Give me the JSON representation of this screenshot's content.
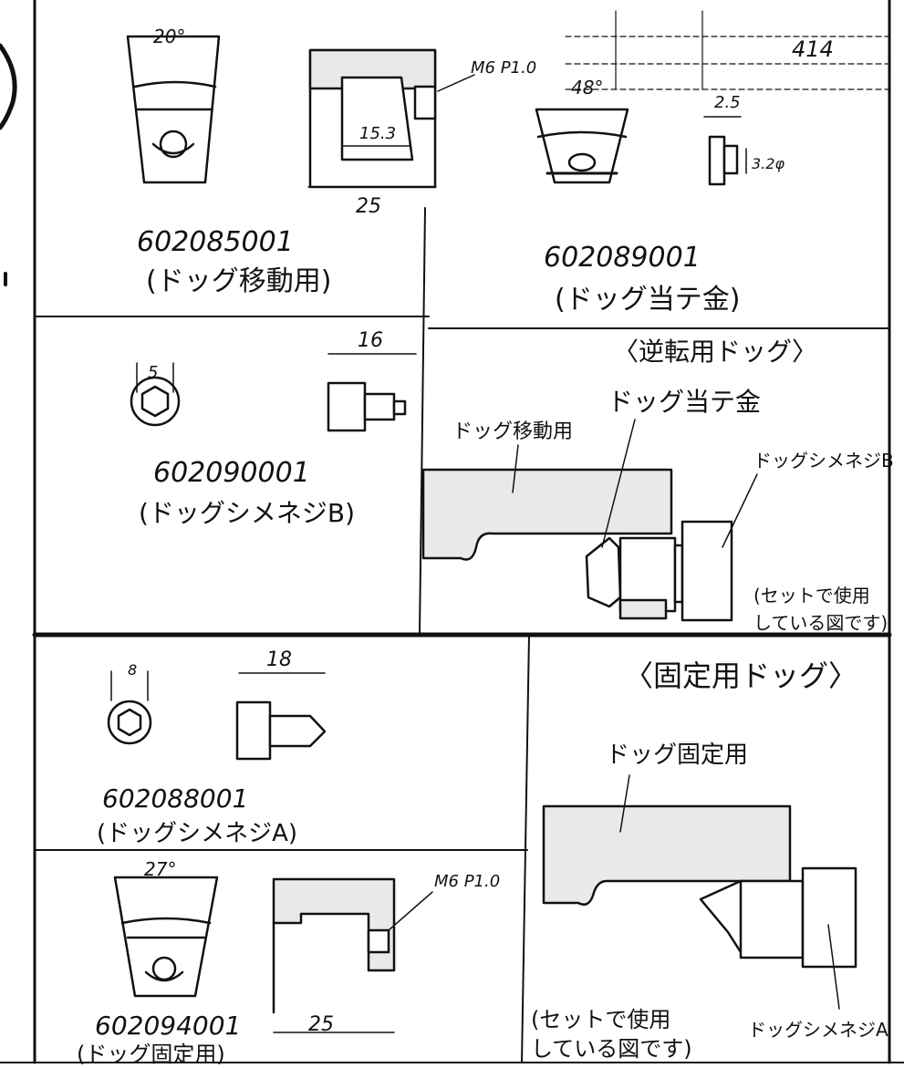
{
  "title": "",
  "parts": [
    {
      "number": "602085001",
      "name": "(ドッグ移動用)",
      "dims": {
        "angle": "20°",
        "thread": "M6 P1.0",
        "inner": "15.3",
        "width": "25"
      }
    },
    {
      "number": "602089001",
      "name": "(ドッグ当テ金)",
      "dims": {
        "angle": "48°",
        "size_a": "2.5",
        "size_b": "3.2φ",
        "ref": "414"
      }
    },
    {
      "number": "602090001",
      "name": "(ドッグシメネジB)",
      "dims": {
        "dia": "5",
        "length": "16"
      }
    },
    {
      "number": "602088001",
      "name": "(ドッグシメネジA)",
      "dims": {
        "dia": "8",
        "length": "18"
      }
    },
    {
      "number": "602094001",
      "name": "(ドッグ固定用)",
      "dims": {
        "angle": "27°",
        "thread": "M6 P1.0",
        "width": "25"
      }
    }
  ],
  "assemblies": {
    "reverse": {
      "heading": "〈逆転用ドッグ〉",
      "label_moving": "ドッグ移動用",
      "label_stop": "ドッグ当テ金",
      "label_screw": "ドッグシメネジB",
      "note_line1": "(セットで使用",
      "note_line2": "している図です)"
    },
    "fixed": {
      "heading": "〈固定用ドッグ〉",
      "label_fixed": "ドッグ固定用",
      "label_screw": "ドッグシメネジA",
      "note_line1": "(セットで使用",
      "note_line2": "している図です)"
    }
  }
}
